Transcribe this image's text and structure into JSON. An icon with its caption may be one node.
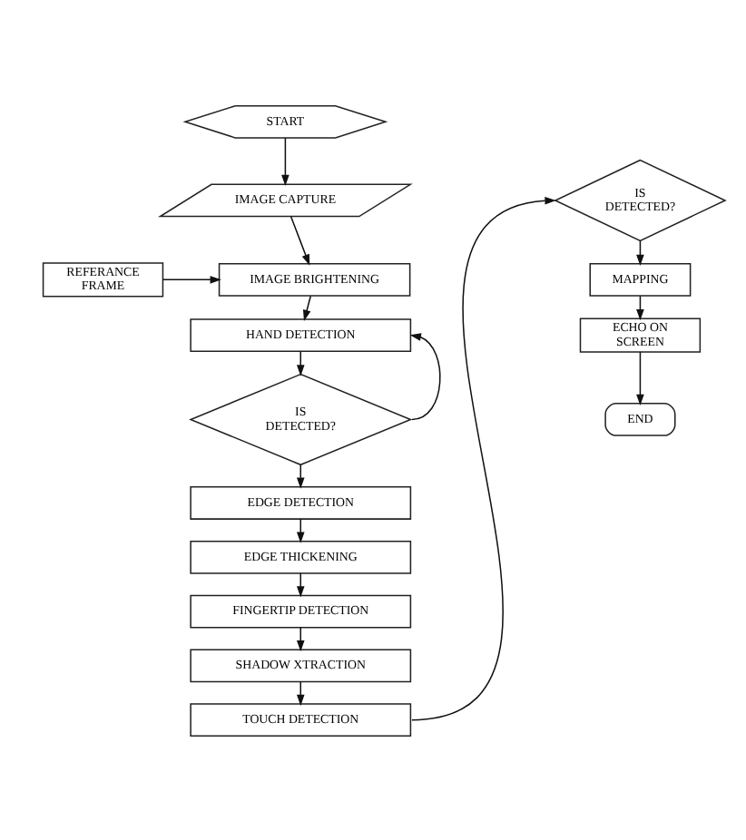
{
  "diagram": {
    "nodes": [
      {
        "text": [
          "START"
        ]
      },
      {
        "text": [
          "IMAGE CAPTURE"
        ]
      },
      {
        "text": [
          "IMAGE BRIGHTENING"
        ]
      },
      {
        "text": [
          "REFERANCE FRAME"
        ]
      },
      {
        "text": [
          "HAND DETECTION"
        ]
      },
      {
        "text": [
          "IS DETECTED?"
        ]
      },
      {
        "text": [
          "EDGE DETECTION"
        ]
      },
      {
        "text": [
          "EDGE THICKENING"
        ]
      },
      {
        "text": [
          "FINGERTIP DETECTION"
        ]
      },
      {
        "text": [
          "SHADOW XTRACTION"
        ]
      },
      {
        "text": [
          "TOUCH DETECTION"
        ]
      },
      {
        "text": [
          "IS DETECTED?"
        ]
      },
      {
        "text": [
          "MAPPING"
        ]
      },
      {
        "text": [
          "ECHO ON SCREEN"
        ]
      },
      {
        "text": [
          "END"
        ]
      }
    ],
    "edges": [
      {
        "from": 0,
        "to": 1,
        "arrow": "to"
      },
      {
        "from": 1,
        "to": 2,
        "arrow": "to"
      },
      {
        "from": 3,
        "to": 2,
        "arrow": "to"
      },
      {
        "from": 2,
        "to": 4,
        "arrow": "to"
      },
      {
        "from": 4,
        "to": 5,
        "arrow": "to"
      },
      {
        "from": 5,
        "to": 4,
        "arrow": "to"
      },
      {
        "from": 5,
        "to": 6,
        "arrow": "to"
      },
      {
        "from": 6,
        "to": 7,
        "arrow": "to"
      },
      {
        "from": 7,
        "to": 8,
        "arrow": "to"
      },
      {
        "from": 8,
        "to": 9,
        "arrow": "to"
      },
      {
        "from": 9,
        "to": 10,
        "arrow": "to"
      },
      {
        "from": 10,
        "to": 11,
        "arrow": "to"
      },
      {
        "from": 11,
        "to": 12,
        "arrow": "to"
      },
      {
        "from": 12,
        "to": 13,
        "arrow": "to"
      },
      {
        "from": 13,
        "to": 14,
        "arrow": "to"
      }
    ]
  }
}
